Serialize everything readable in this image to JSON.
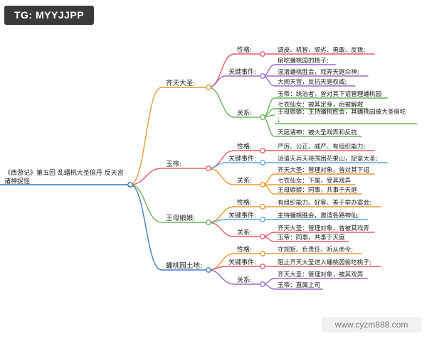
{
  "badge": "TG: MYYJJPP",
  "watermark": "www.cyzm888.com",
  "root": {
    "line1": "《西游记》第五回 乱蟠桃大圣偷丹 反天宫",
    "line2": "诸神捉怪"
  },
  "branches": [
    {
      "title": "齐天大圣:",
      "color": "#e69a32",
      "groups": [
        {
          "label": "性格:",
          "color": "#e35d6a",
          "items": [
            "调皮、机智、顽劣、勇敢、反叛;"
          ]
        },
        {
          "label": "关键事件:",
          "color": "#9c6cc8",
          "items": [
            "偷吃蟠桃园的桃子;",
            "混淆蟠桃胜会，戏弄天庭众神;",
            "大闹天宫，反抗天庭权威;"
          ]
        },
        {
          "label": "关系:",
          "color": "#6bb35f",
          "items": [
            "玉帝：统治者，曾对其下诏管理蟠桃园",
            "七衣仙女：被其定身，后被解救",
            "王母娘娘：主持蟠桃胜会，其蟠桃园被大圣偷吃;",
            "天庭诸神：被大圣戏弄和反抗"
          ]
        }
      ]
    },
    {
      "title": "玉帝:",
      "color": "#e35d6a",
      "groups": [
        {
          "label": "性格:",
          "color": "#e35d6a",
          "items": [
            "严厉、公正、威严、有组织能力;"
          ]
        },
        {
          "label": "关键事件:",
          "color": "#5aa7d8",
          "items": [
            "派遣天兵天将围困花果山，捉拿大圣;"
          ]
        },
        {
          "label": "关系:",
          "color": "#e69a32",
          "items": [
            "齐天大圣：管理对象，曾对其下诏",
            "七衣仙女：下属，受其戏弄",
            "王母娘娘：同事，共事于天庭"
          ]
        }
      ]
    },
    {
      "title": "王母娘娘:",
      "color": "#6bb35f",
      "groups": [
        {
          "label": "性格:",
          "color": "#e69a32",
          "items": [
            "有组织能力、好客、善于举办宴会;"
          ]
        },
        {
          "label": "关键事件:",
          "color": "#5aa7d8",
          "items": [
            "主持蟠桃胜会，邀请各路神仙;"
          ]
        },
        {
          "label": "关系:",
          "color": "#e35d6a",
          "items": [
            "齐天大圣：管理对象，曾被其戏弄",
            "玉帝：同事，共事于天庭"
          ]
        }
      ]
    },
    {
      "title": "蟠桃园土地:",
      "color": "#3f7fc0",
      "groups": [
        {
          "label": "性格:",
          "color": "#e69a32",
          "items": [
            "守规矩、负责任、听从命令;"
          ]
        },
        {
          "label": "关键事件:",
          "color": "#e35d6a",
          "items": [
            "阻止齐天大圣进入蟠桃园偷吃桃子;"
          ]
        },
        {
          "label": "关系:",
          "color": "#9c6cc8",
          "items": [
            "齐天大圣：管理对象，被其戏弄",
            "玉帝：直属上司"
          ]
        }
      ]
    }
  ]
}
